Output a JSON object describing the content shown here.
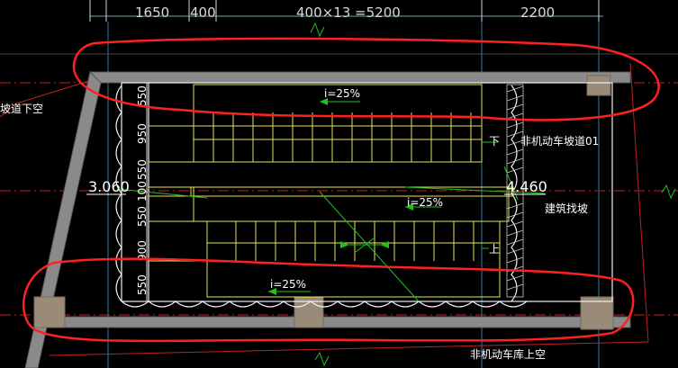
{
  "top_dimensions": [
    "1650",
    "400",
    "400×13 =5200",
    "2200"
  ],
  "side_dimensions": [
    "550",
    "950",
    "550",
    "100",
    "550",
    "900",
    "550"
  ],
  "slopes": [
    "i=25%",
    "i=25%",
    "i=25%"
  ],
  "elevations": {
    "left": "3.060",
    "right": "4.460"
  },
  "labels": {
    "ramp_down_empty": "坡道下空",
    "nonmotor_ramp": "非机动车坡道01",
    "building_ramp": "建筑找坡",
    "nonmotor_garage_above": "非机动车库上空",
    "down": "下",
    "up": "上"
  },
  "colors": {
    "background": "#000000",
    "structure": "#8a8a8a",
    "stairs": "#e6e65a",
    "markup": "#ff2020",
    "leaders": "#20c020",
    "dimension": "#d8d8d8"
  }
}
